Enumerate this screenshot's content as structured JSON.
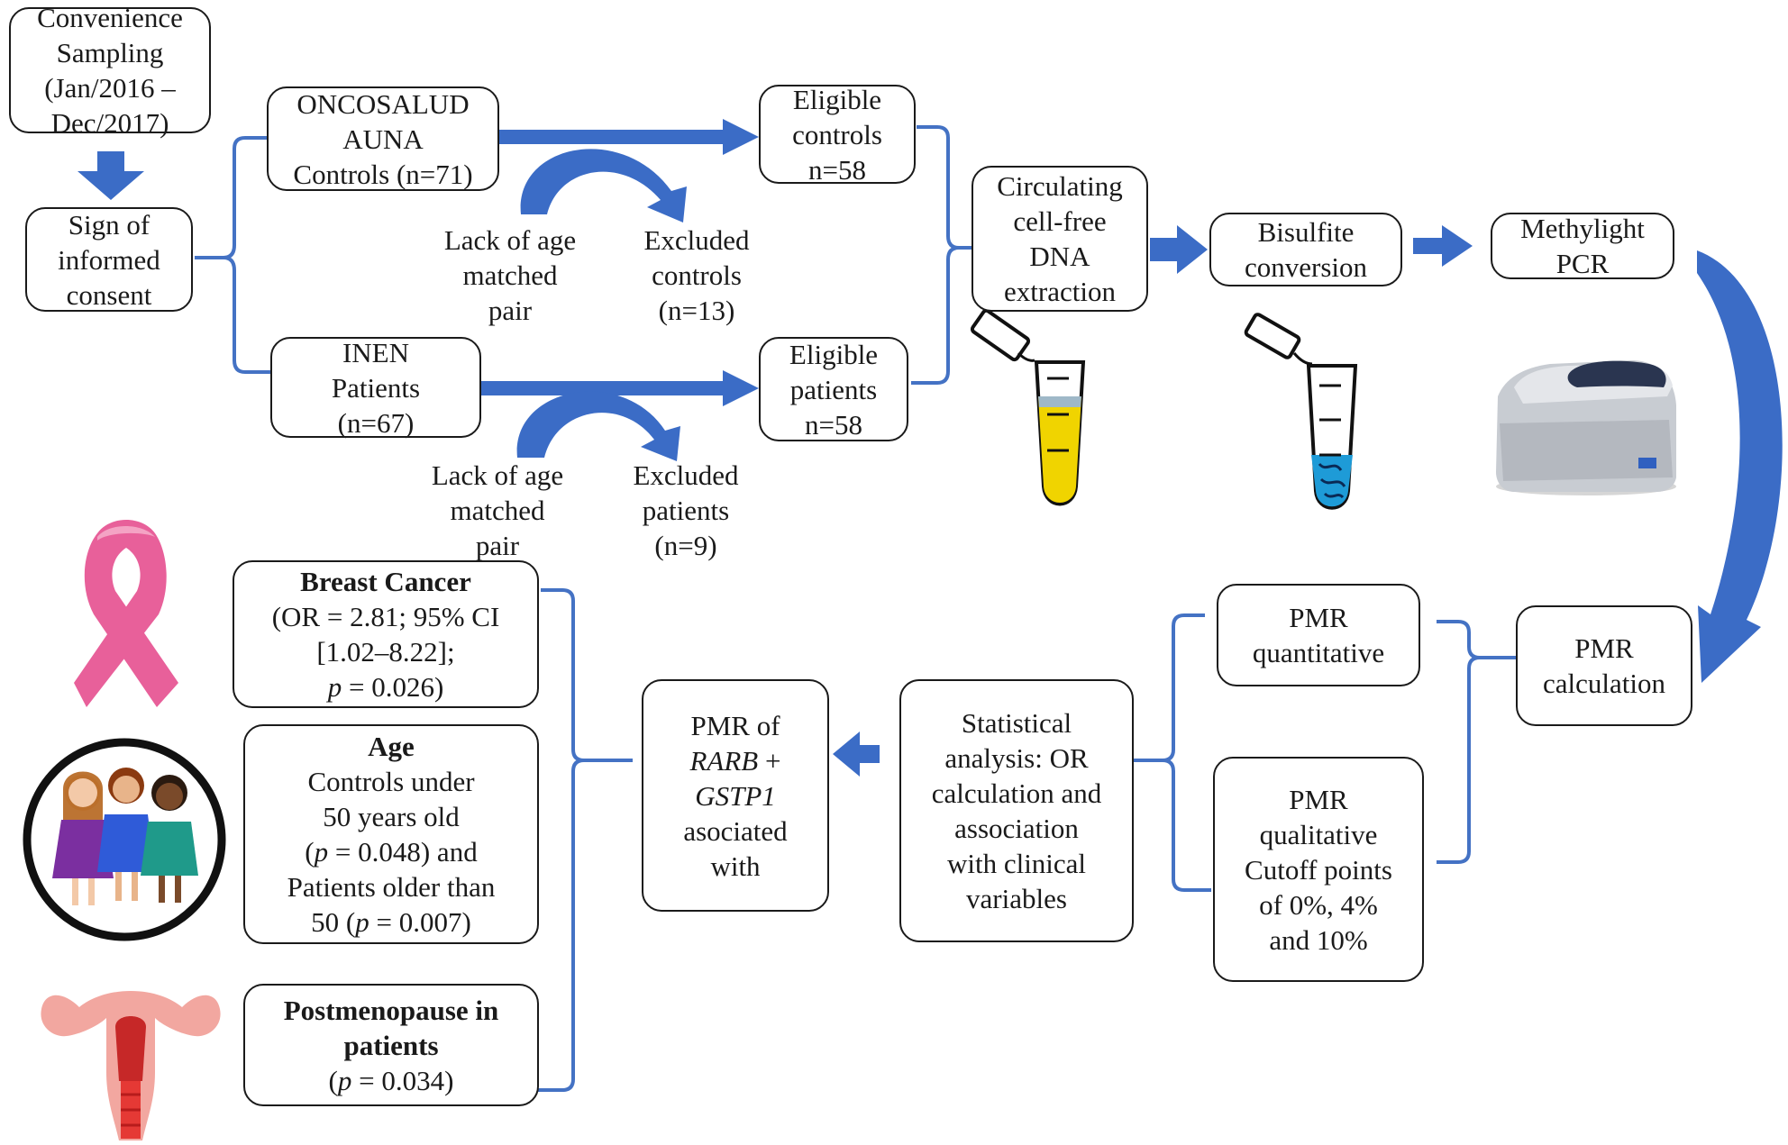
{
  "colors": {
    "arrow": "#3b6cc6",
    "bracket": "#4472c4",
    "border": "#1a1a1a",
    "tube_yellow": "#f0d400",
    "tube_blue": "#1e9bd7",
    "ribbon_pink": "#e8609a",
    "uterus_red": "#e06666"
  },
  "icons": [
    "ribbon-icon",
    "women-group-icon",
    "uterus-icon",
    "plasma-tube-icon",
    "dna-tube-icon",
    "pcr-machine-icon"
  ],
  "sampling": {
    "lines": [
      "Convenience",
      "Sampling",
      "(Jan/2016 –",
      "Dec/2017)"
    ]
  },
  "consent": {
    "lines": [
      "Sign of",
      "informed",
      "consent"
    ]
  },
  "controls": {
    "lines": [
      "ONCOSALUD",
      "AUNA",
      "Controls (n=71)"
    ]
  },
  "patients": {
    "lines": [
      "INEN",
      "Patients",
      "(n=67)"
    ]
  },
  "eligible_controls": {
    "lines": [
      "Eligible",
      "controls",
      "n=58"
    ]
  },
  "eligible_patients": {
    "lines": [
      "Eligible",
      "patients",
      "n=58"
    ]
  },
  "lack_controls": {
    "lines": [
      "Lack of age",
      "matched",
      "pair"
    ]
  },
  "excluded_controls": {
    "lines": [
      "Excluded",
      "controls",
      "(n=13)"
    ]
  },
  "lack_patients": {
    "lines": [
      "Lack of age",
      "matched",
      "pair"
    ]
  },
  "excluded_patients": {
    "lines": [
      "Excluded",
      "patients",
      "(n=9)"
    ]
  },
  "cfdna": {
    "lines": [
      "Circulating",
      "cell-free",
      "DNA",
      "extraction"
    ]
  },
  "bisulfite": {
    "lines": [
      "Bisulfite",
      "conversion"
    ]
  },
  "methylight": {
    "lines": [
      "Methylight",
      "PCR"
    ]
  },
  "pmr_calc": {
    "lines": [
      "PMR",
      "calculation"
    ]
  },
  "pmr_quant": {
    "lines": [
      "PMR",
      "quantitative"
    ]
  },
  "pmr_qual": {
    "lines": [
      "PMR",
      "qualitative",
      "Cutoff points",
      "of 0%, 4%",
      "and 10%"
    ]
  },
  "stats": {
    "lines": [
      "Statistical",
      "analysis: OR",
      "calculation and",
      "association",
      "with clinical",
      "variables"
    ]
  },
  "pmr_assoc": {
    "line1": "PMR of",
    "gene1": "RARB",
    "plus": " +",
    "gene2": "GSTP1",
    "line4": "asociated",
    "line5": "with"
  },
  "breast": {
    "title": "Breast Cancer",
    "l1": "(OR = 2.81; 95% CI",
    "l2": "[1.02–8.22];",
    "p": "p",
    "p_rest": " = 0.026)"
  },
  "age": {
    "title": "Age",
    "l1": "Controls under",
    "l2": "50 years old",
    "l3_open": "(",
    "l3_p": "p",
    "l3_rest": " = 0.048) and",
    "l4": "Patients older than",
    "l5_a": "50 (",
    "l5_p": "p",
    "l5_rest": " = 0.007)"
  },
  "postmeno": {
    "title1": "Postmenopause in",
    "title2": "patients",
    "open": "(",
    "p": "p",
    "rest": " = 0.034)"
  }
}
